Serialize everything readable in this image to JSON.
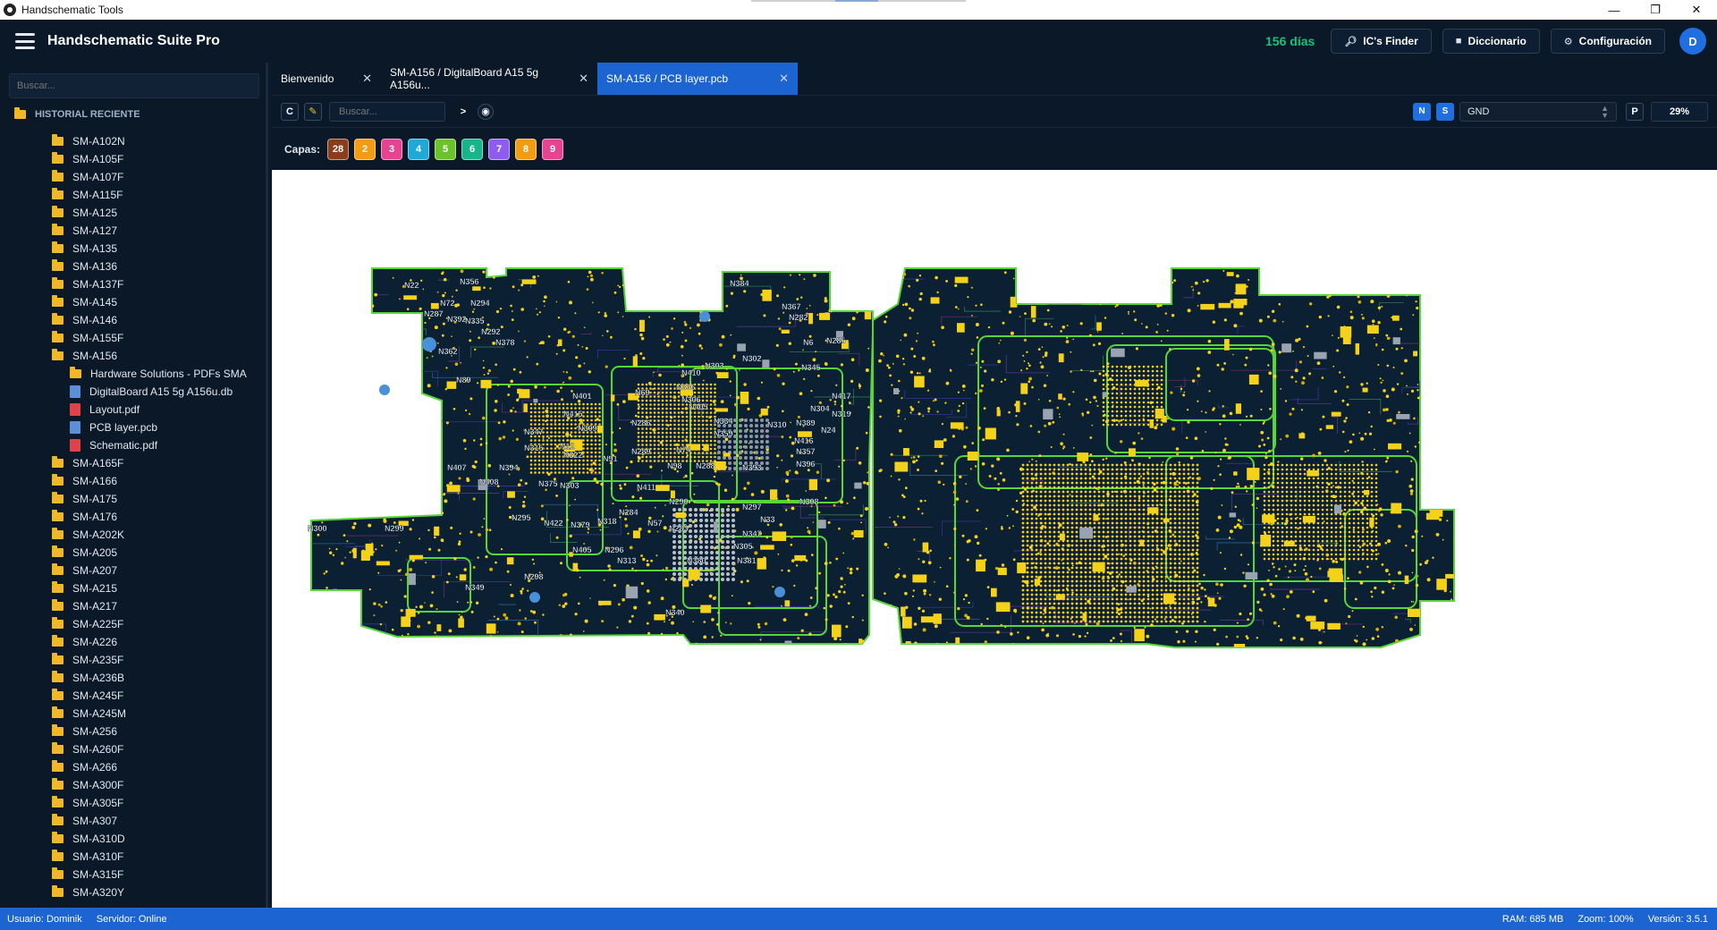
{
  "window": {
    "title": "Handschematic Tools",
    "minimize": "—",
    "maximize": "❐",
    "close": "✕"
  },
  "header": {
    "app_title": "Handschematic Suite Pro",
    "days_left": "156 días",
    "ics_finder": "IC's Finder",
    "dictionary": "Diccionario",
    "settings": "Configuración",
    "avatar_initial": "D"
  },
  "sidebar": {
    "search_placeholder": "Buscar...",
    "history_title": "HISTORIAL RECIENTE",
    "items": [
      {
        "label": "SM-A102N",
        "type": "folder",
        "level": 1
      },
      {
        "label": "SM-A105F",
        "type": "folder",
        "level": 1
      },
      {
        "label": "SM-A107F",
        "type": "folder",
        "level": 1
      },
      {
        "label": "SM-A115F",
        "type": "folder",
        "level": 1
      },
      {
        "label": "SM-A125",
        "type": "folder",
        "level": 1
      },
      {
        "label": "SM-A127",
        "type": "folder",
        "level": 1
      },
      {
        "label": "SM-A135",
        "type": "folder",
        "level": 1
      },
      {
        "label": "SM-A136",
        "type": "folder",
        "level": 1
      },
      {
        "label": "SM-A137F",
        "type": "folder",
        "level": 1
      },
      {
        "label": "SM-A145",
        "type": "folder",
        "level": 1
      },
      {
        "label": "SM-A146",
        "type": "folder",
        "level": 1
      },
      {
        "label": "SM-A155F",
        "type": "folder",
        "level": 1
      },
      {
        "label": "SM-A156",
        "type": "folder",
        "level": 1
      },
      {
        "label": "Hardware Solutions - PDFs SMA",
        "type": "folder",
        "level": 2
      },
      {
        "label": "DigitalBoard A15 5g A156u.db",
        "type": "db",
        "level": 2
      },
      {
        "label": "Layout.pdf",
        "type": "pdf",
        "level": 2
      },
      {
        "label": "PCB layer.pcb",
        "type": "pcb",
        "level": 2
      },
      {
        "label": "Schematic.pdf",
        "type": "pdf",
        "level": 2
      },
      {
        "label": "SM-A165F",
        "type": "folder",
        "level": 1
      },
      {
        "label": "SM-A166",
        "type": "folder",
        "level": 1
      },
      {
        "label": "SM-A175",
        "type": "folder",
        "level": 1
      },
      {
        "label": "SM-A176",
        "type": "folder",
        "level": 1
      },
      {
        "label": "SM-A202K",
        "type": "folder",
        "level": 1
      },
      {
        "label": "SM-A205",
        "type": "folder",
        "level": 1
      },
      {
        "label": "SM-A207",
        "type": "folder",
        "level": 1
      },
      {
        "label": "SM-A215",
        "type": "folder",
        "level": 1
      },
      {
        "label": "SM-A217",
        "type": "folder",
        "level": 1
      },
      {
        "label": "SM-A225F",
        "type": "folder",
        "level": 1
      },
      {
        "label": "SM-A226",
        "type": "folder",
        "level": 1
      },
      {
        "label": "SM-A235F",
        "type": "folder",
        "level": 1
      },
      {
        "label": "SM-A236B",
        "type": "folder",
        "level": 1
      },
      {
        "label": "SM-A245F",
        "type": "folder",
        "level": 1
      },
      {
        "label": "SM-A245M",
        "type": "folder",
        "level": 1
      },
      {
        "label": "SM-A256",
        "type": "folder",
        "level": 1
      },
      {
        "label": "SM-A260F",
        "type": "folder",
        "level": 1
      },
      {
        "label": "SM-A266",
        "type": "folder",
        "level": 1
      },
      {
        "label": "SM-A300F",
        "type": "folder",
        "level": 1
      },
      {
        "label": "SM-A305F",
        "type": "folder",
        "level": 1
      },
      {
        "label": "SM-A307",
        "type": "folder",
        "level": 1
      },
      {
        "label": "SM-A310D",
        "type": "folder",
        "level": 1
      },
      {
        "label": "SM-A310F",
        "type": "folder",
        "level": 1
      },
      {
        "label": "SM-A315F",
        "type": "folder",
        "level": 1
      },
      {
        "label": "SM-A320Y",
        "type": "folder",
        "level": 1
      }
    ]
  },
  "tabs": [
    {
      "label": "Bienvenido",
      "active": false
    },
    {
      "label": "SM-A156 / DigitalBoard A15 5g A156u...",
      "active": false
    },
    {
      "label": "SM-A156 / PCB layer.pcb",
      "active": true
    }
  ],
  "toolbar": {
    "c_button": "C",
    "search_placeholder": "Buscar...",
    "go_button": ">",
    "n_button": "N",
    "s_button": "S",
    "net_value": "GND",
    "p_button": "P",
    "zoom": "29%"
  },
  "layers": {
    "label": "Capas:",
    "items": [
      {
        "label": "28",
        "color": "#8b3d1c"
      },
      {
        "label": "2",
        "color": "#f39c12"
      },
      {
        "label": "3",
        "color": "#e84393"
      },
      {
        "label": "4",
        "color": "#1fa9d6"
      },
      {
        "label": "5",
        "color": "#6cc22a"
      },
      {
        "label": "6",
        "color": "#16b58a"
      },
      {
        "label": "7",
        "color": "#8e5cf0"
      },
      {
        "label": "8",
        "color": "#f39c12"
      },
      {
        "label": "9",
        "color": "#e84393"
      }
    ]
  },
  "pcb": {
    "board_color": "#0c2034",
    "outline_color": "#57d63a",
    "pad_color": "#f5d21a",
    "net_labels": [
      "N22",
      "N356",
      "N72",
      "N294",
      "N287",
      "N392",
      "N335",
      "N292",
      "N378",
      "N362",
      "N89",
      "N384",
      "N367",
      "N282",
      "N6",
      "N285",
      "N345",
      "N302",
      "N303",
      "N410",
      "N336",
      "N306",
      "N401",
      "N69",
      "N405",
      "N417",
      "N304",
      "N319",
      "N415",
      "N309",
      "N286",
      "N334",
      "N310",
      "N389",
      "N359",
      "N416",
      "N24",
      "N347",
      "N12",
      "N315",
      "N322",
      "N91",
      "N289",
      "N74",
      "N357",
      "N396",
      "N407",
      "N394",
      "N408",
      "N375",
      "N303",
      "N411",
      "N98",
      "N288",
      "N393",
      "N295",
      "N422",
      "N379",
      "N318",
      "N284",
      "N57",
      "N290",
      "N297",
      "N33",
      "N308",
      "N300",
      "N299",
      "N405",
      "N296",
      "N313",
      "N283",
      "N347",
      "N305",
      "N380",
      "N381",
      "N298",
      "N349",
      "N340"
    ]
  },
  "status": {
    "user": "Usuario: Dominik",
    "server": "Servidor: Online",
    "ram": "RAM: 685 MB",
    "zoom": "Zoom: 100%",
    "version": "Versión: 3.5.1"
  }
}
